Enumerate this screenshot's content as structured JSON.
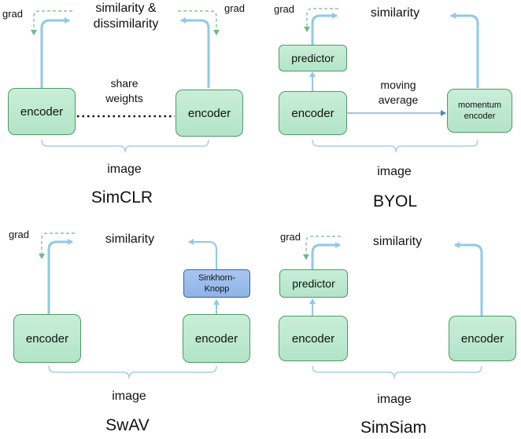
{
  "panels": {
    "simclr": {
      "title": "SimCLR",
      "top_label_1": "similarity &",
      "top_label_2": "dissimilarity",
      "grad_left": "grad",
      "grad_right": "grad",
      "share_1": "share",
      "share_2": "weights",
      "encoder_left": "encoder",
      "encoder_right": "encoder",
      "input": "image"
    },
    "byol": {
      "title": "BYOL",
      "top_label": "similarity",
      "grad": "grad",
      "predictor": "predictor",
      "moving_1": "moving",
      "moving_2": "average",
      "encoder": "encoder",
      "momentum_1": "momentum",
      "momentum_2": "encoder",
      "input": "image"
    },
    "swav": {
      "title": "SwAV",
      "top_label": "similarity",
      "grad": "grad",
      "sinkhorn_1": "Sinkhorn-",
      "sinkhorn_2": "Knopp",
      "encoder_left": "encoder",
      "encoder_right": "encoder",
      "input": "image"
    },
    "simsiam": {
      "title": "SimSiam",
      "top_label": "similarity",
      "grad": "grad",
      "predictor": "predictor",
      "encoder_left": "encoder",
      "encoder_right": "encoder",
      "input": "image"
    }
  },
  "colors": {
    "box_fill": "#bce8cf",
    "box_border": "#4e9a63",
    "sinkhorn_fill": "#9bbdec",
    "arrow": "#8ec9ea",
    "grad_arrow": "#6fb98c",
    "brace": "#aacdea"
  }
}
